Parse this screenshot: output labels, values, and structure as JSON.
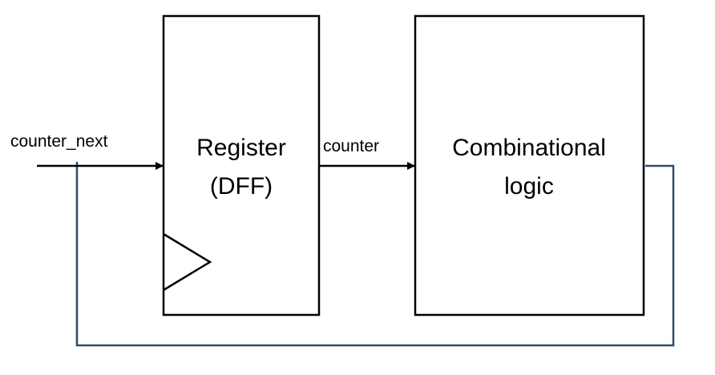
{
  "blocks": {
    "register": {
      "line1": "Register",
      "line2": "(DFF)"
    },
    "combinational": {
      "line1": "Combinational",
      "line2": "logic"
    }
  },
  "signals": {
    "input": "counter_next",
    "output": "counter"
  },
  "colors": {
    "stroke": "#000000",
    "feedback": "#2e4b6b",
    "background": "#ffffff"
  }
}
